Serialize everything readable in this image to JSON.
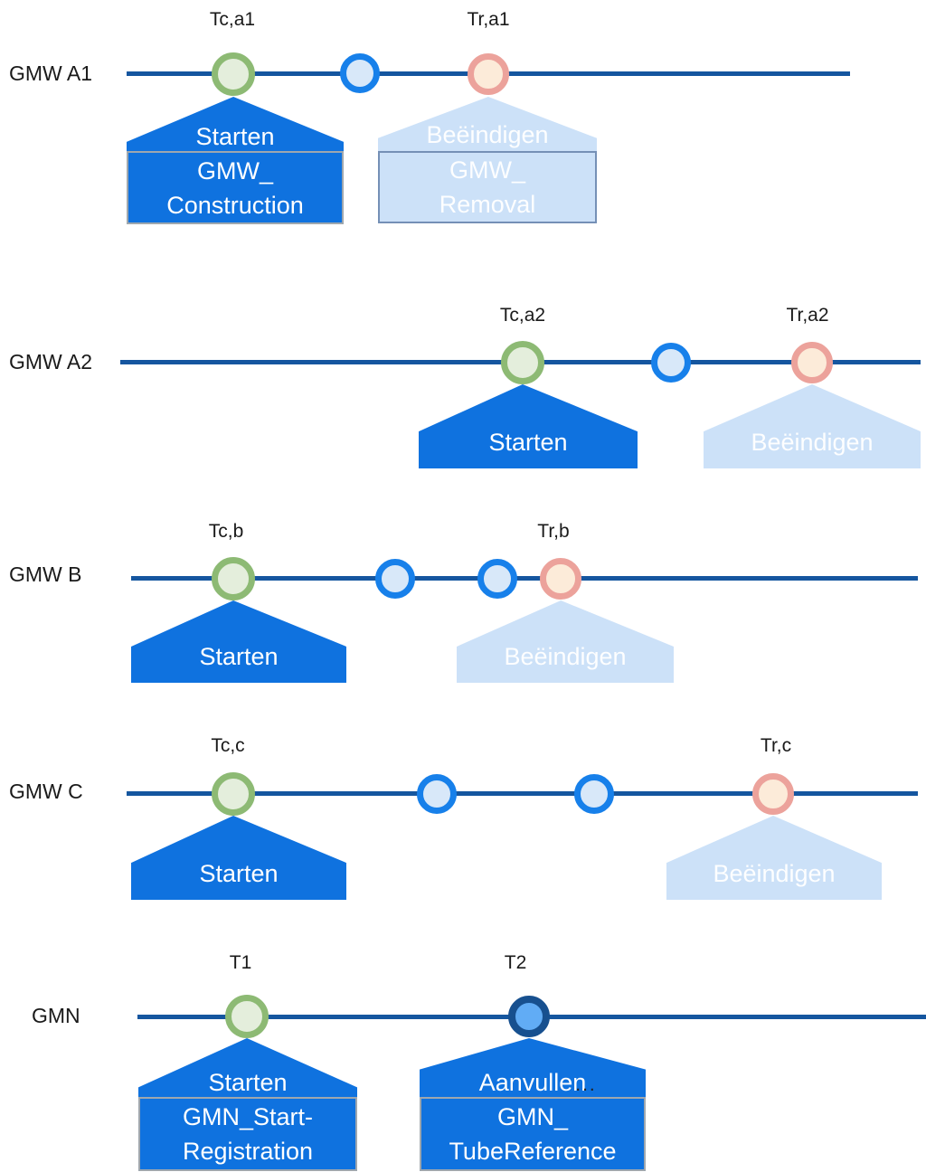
{
  "colors": {
    "timeline": "#15569F",
    "dark_banner": "#0F72DF",
    "light_banner": "#CCE1F8",
    "box_border_dark": "#9FA7AE",
    "box_border_light": "#7590B6",
    "green_border": "#8DBA74",
    "green_fill": "#E4EEDC",
    "blue_border": "#1780EA",
    "blue_fill": "#D8E8F9",
    "pink_border": "#ECA29B",
    "pink_fill": "#FCEBD9",
    "navy_border": "#17508F",
    "navy_fill": "#61ACF5"
  },
  "rows": [
    {
      "label": "GMW A1",
      "ticks": [
        "Tc,a1",
        "Tr,a1"
      ],
      "markers": [
        "green",
        "blue",
        "pink"
      ],
      "banners": [
        {
          "style": "dark",
          "title": "Starten",
          "box_line1": "GMW_",
          "box_line2": "Construction"
        },
        {
          "style": "light",
          "title": "Beëindigen",
          "box_line1": "GMW_",
          "box_line2": "Removal"
        }
      ]
    },
    {
      "label": "GMW A2",
      "ticks": [
        "Tc,a2",
        "Tr,a2"
      ],
      "markers": [
        "green",
        "blue",
        "pink"
      ],
      "banners": [
        {
          "style": "dark",
          "title": "Starten"
        },
        {
          "style": "light",
          "title": "Beëindigen"
        }
      ]
    },
    {
      "label": "GMW B",
      "ticks": [
        "Tc,b",
        "Tr,b"
      ],
      "markers": [
        "green",
        "blue",
        "blue",
        "pink"
      ],
      "banners": [
        {
          "style": "dark",
          "title": "Starten"
        },
        {
          "style": "light",
          "title": "Beëindigen"
        }
      ]
    },
    {
      "label": "GMW C",
      "ticks": [
        "Tc,c",
        "Tr,c"
      ],
      "markers": [
        "green",
        "blue",
        "blue",
        "pink"
      ],
      "banners": [
        {
          "style": "dark",
          "title": "Starten"
        },
        {
          "style": "light",
          "title": "Beëindigen"
        }
      ]
    },
    {
      "label": "GMN",
      "ticks": [
        "T1",
        "T2"
      ],
      "markers": [
        "green",
        "navy"
      ],
      "banners": [
        {
          "style": "dark",
          "title": "Starten",
          "box_line1": "GMN_Start-",
          "box_line2": "Registration"
        },
        {
          "style": "dark",
          "title": "Aanvullen",
          "ellipsis": "...",
          "box_line1": "GMN_",
          "box_line2": "TubeReference"
        }
      ]
    }
  ]
}
